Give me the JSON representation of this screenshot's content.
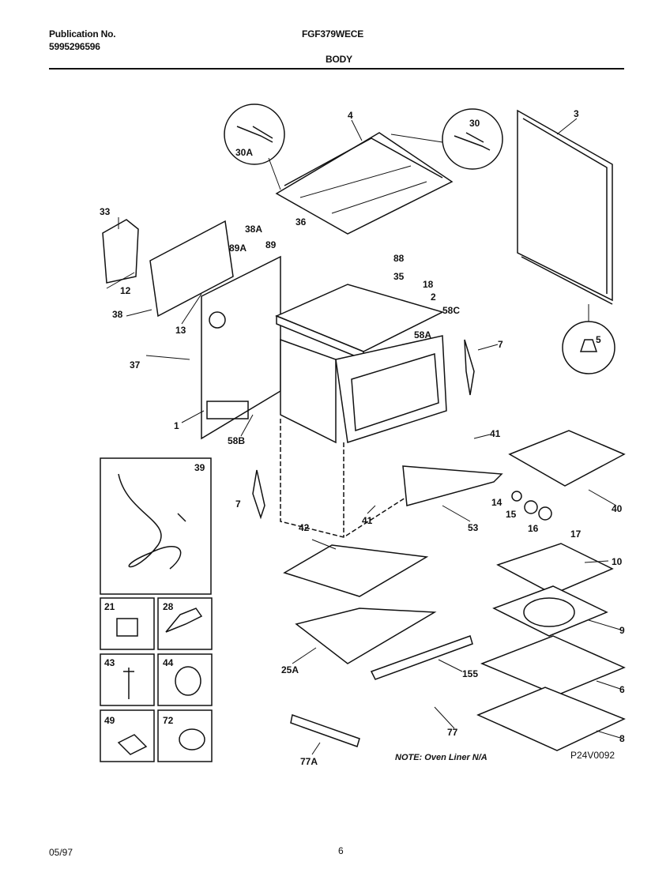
{
  "header": {
    "publication_label": "Publication No.",
    "publication_number": "5995296596",
    "model": "FGF379WECE",
    "section": "BODY"
  },
  "callouts": {
    "c3": "3",
    "c4": "4",
    "c30": "30",
    "c30A": "30A",
    "c33": "33",
    "c38A": "38A",
    "c36": "36",
    "c89A": "89A",
    "c89": "89",
    "c88": "88",
    "c35": "35",
    "c18": "18",
    "c2": "2",
    "c58C": "58C",
    "c12": "12",
    "c38": "38",
    "c13": "13",
    "c5": "5",
    "c58A": "58A",
    "c7a": "7",
    "c37": "37",
    "c1": "1",
    "c58B": "58B",
    "c41a": "41",
    "c39": "39",
    "c40": "40",
    "c14": "14",
    "c15": "15",
    "c16": "16",
    "c17": "17",
    "c7b": "7",
    "c41b": "41",
    "c53": "53",
    "c42": "42",
    "c10": "10",
    "c9": "9",
    "c21": "21",
    "c28": "28",
    "c25A": "25A",
    "c155": "155",
    "c6": "6",
    "c43": "43",
    "c44": "44",
    "c77": "77",
    "c8": "8",
    "c49": "49",
    "c72": "72",
    "c77A": "77A"
  },
  "note": "NOTE: Oven Liner N/A",
  "drawing_code": "P24V0092",
  "footer": {
    "date": "05/97",
    "page": "6"
  }
}
